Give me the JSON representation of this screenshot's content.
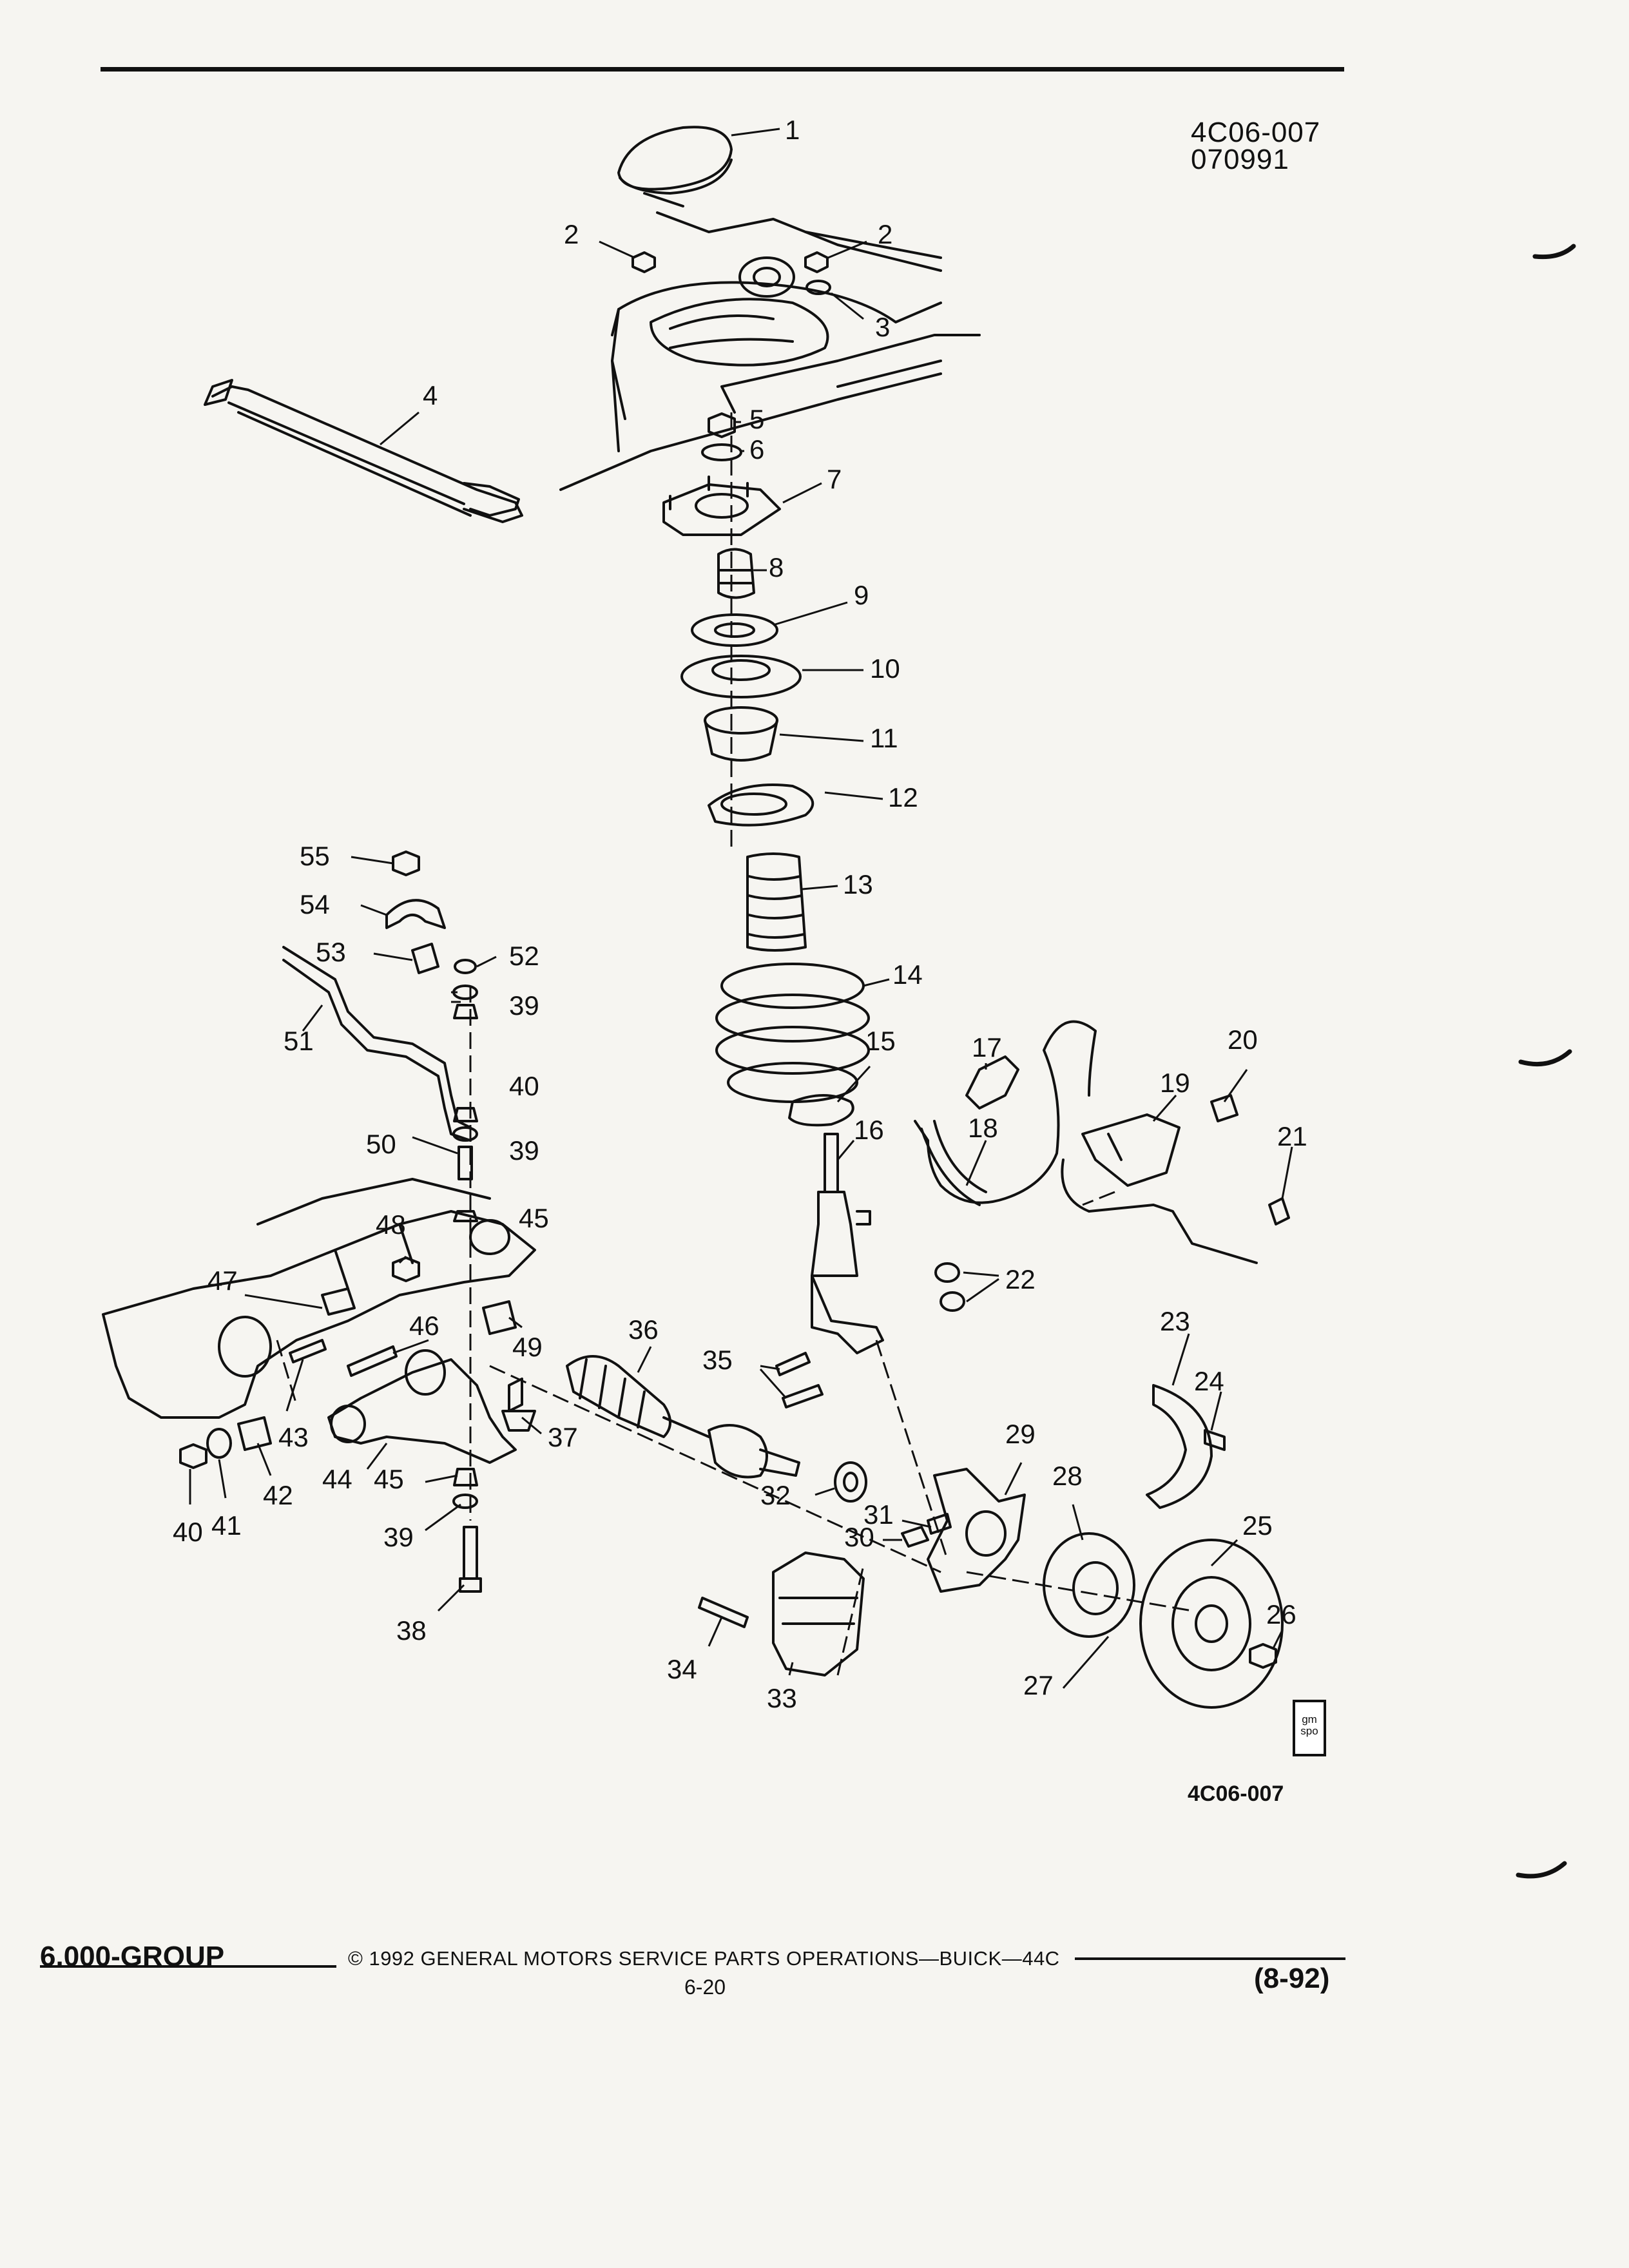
{
  "header": {
    "code": "4C06-007",
    "date": "070991"
  },
  "figure_code": "4C06-007",
  "logo_text": "gm spo",
  "footer": {
    "group": "6.000-GROUP",
    "copyright": "© 1992 GENERAL MOTORS SERVICE PARTS OPERATIONS—BUICK—44C",
    "page": "6-20",
    "revision": "(8-92)"
  },
  "callouts": [
    "1",
    "2",
    "2",
    "3",
    "4",
    "5",
    "6",
    "7",
    "8",
    "9",
    "10",
    "11",
    "12",
    "13",
    "14",
    "15",
    "16",
    "17",
    "18",
    "19",
    "20",
    "21",
    "22",
    "23",
    "24",
    "25",
    "26",
    "27",
    "28",
    "29",
    "30",
    "31",
    "32",
    "33",
    "34",
    "35",
    "36",
    "37",
    "38",
    "39",
    "39",
    "39",
    "40",
    "40",
    "41",
    "42",
    "43",
    "44",
    "45",
    "45",
    "46",
    "47",
    "48",
    "49",
    "50",
    "51",
    "52",
    "53",
    "54",
    "55"
  ]
}
